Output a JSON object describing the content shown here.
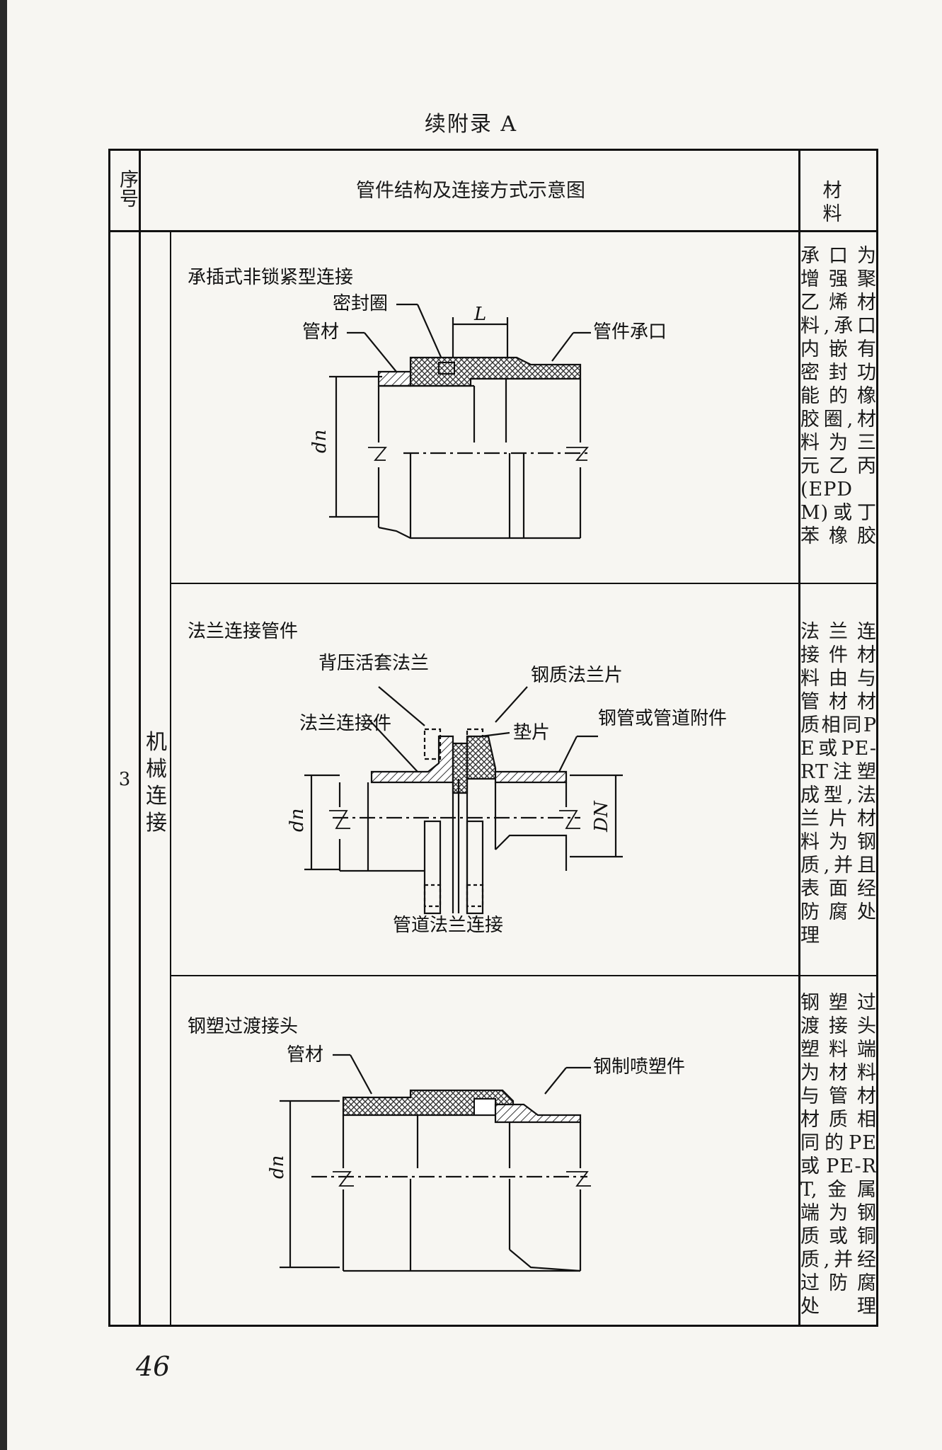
{
  "page": {
    "title": "续附录 A",
    "page_number": "46"
  },
  "table": {
    "headers": {
      "seq": "序号",
      "diagram": "管件结构及连接方式示意图",
      "material": "材 料"
    },
    "row": {
      "number": "3",
      "category": "机械连接"
    },
    "entries": [
      {
        "title": "承插式非锁紧型连接",
        "labels": {
          "seal": "密封圈",
          "pipe": "管材",
          "socket": "管件承口",
          "length": "L",
          "diameter": "dn"
        },
        "material": "承口为增强聚乙烯材料,承口内嵌有密封功能的橡胶圈,材料为三元乙丙(EPDM)或丁苯橡胶"
      },
      {
        "title": "法兰连接管件",
        "labels": {
          "backing_flange": "背压活套法兰",
          "flange_adapter": "法兰连接件",
          "steel_flange": "钢质法兰片",
          "gasket": "垫片",
          "steel_pipe": "钢管或管道附件",
          "pipe_flange": "管道法兰连接",
          "diameter_small": "dn",
          "diameter_large": "DN"
        },
        "material": "法兰连接件材料由与管材材质相同PE或PE-RT注塑成型,法兰片材料为钢质,并且表面经防腐处理"
      },
      {
        "title": "钢塑过渡接头",
        "labels": {
          "pipe": "管材",
          "steel_coated": "钢制喷塑件",
          "diameter": "dn"
        },
        "material": "钢塑过渡接头塑料端为材料与管材材质相同的PE或PE-RT,金属端为钢质或铜质,并经过防腐处理"
      }
    ]
  },
  "colors": {
    "ink": "#111111",
    "paper": "#f7f6f2",
    "hatch": "#333333"
  }
}
